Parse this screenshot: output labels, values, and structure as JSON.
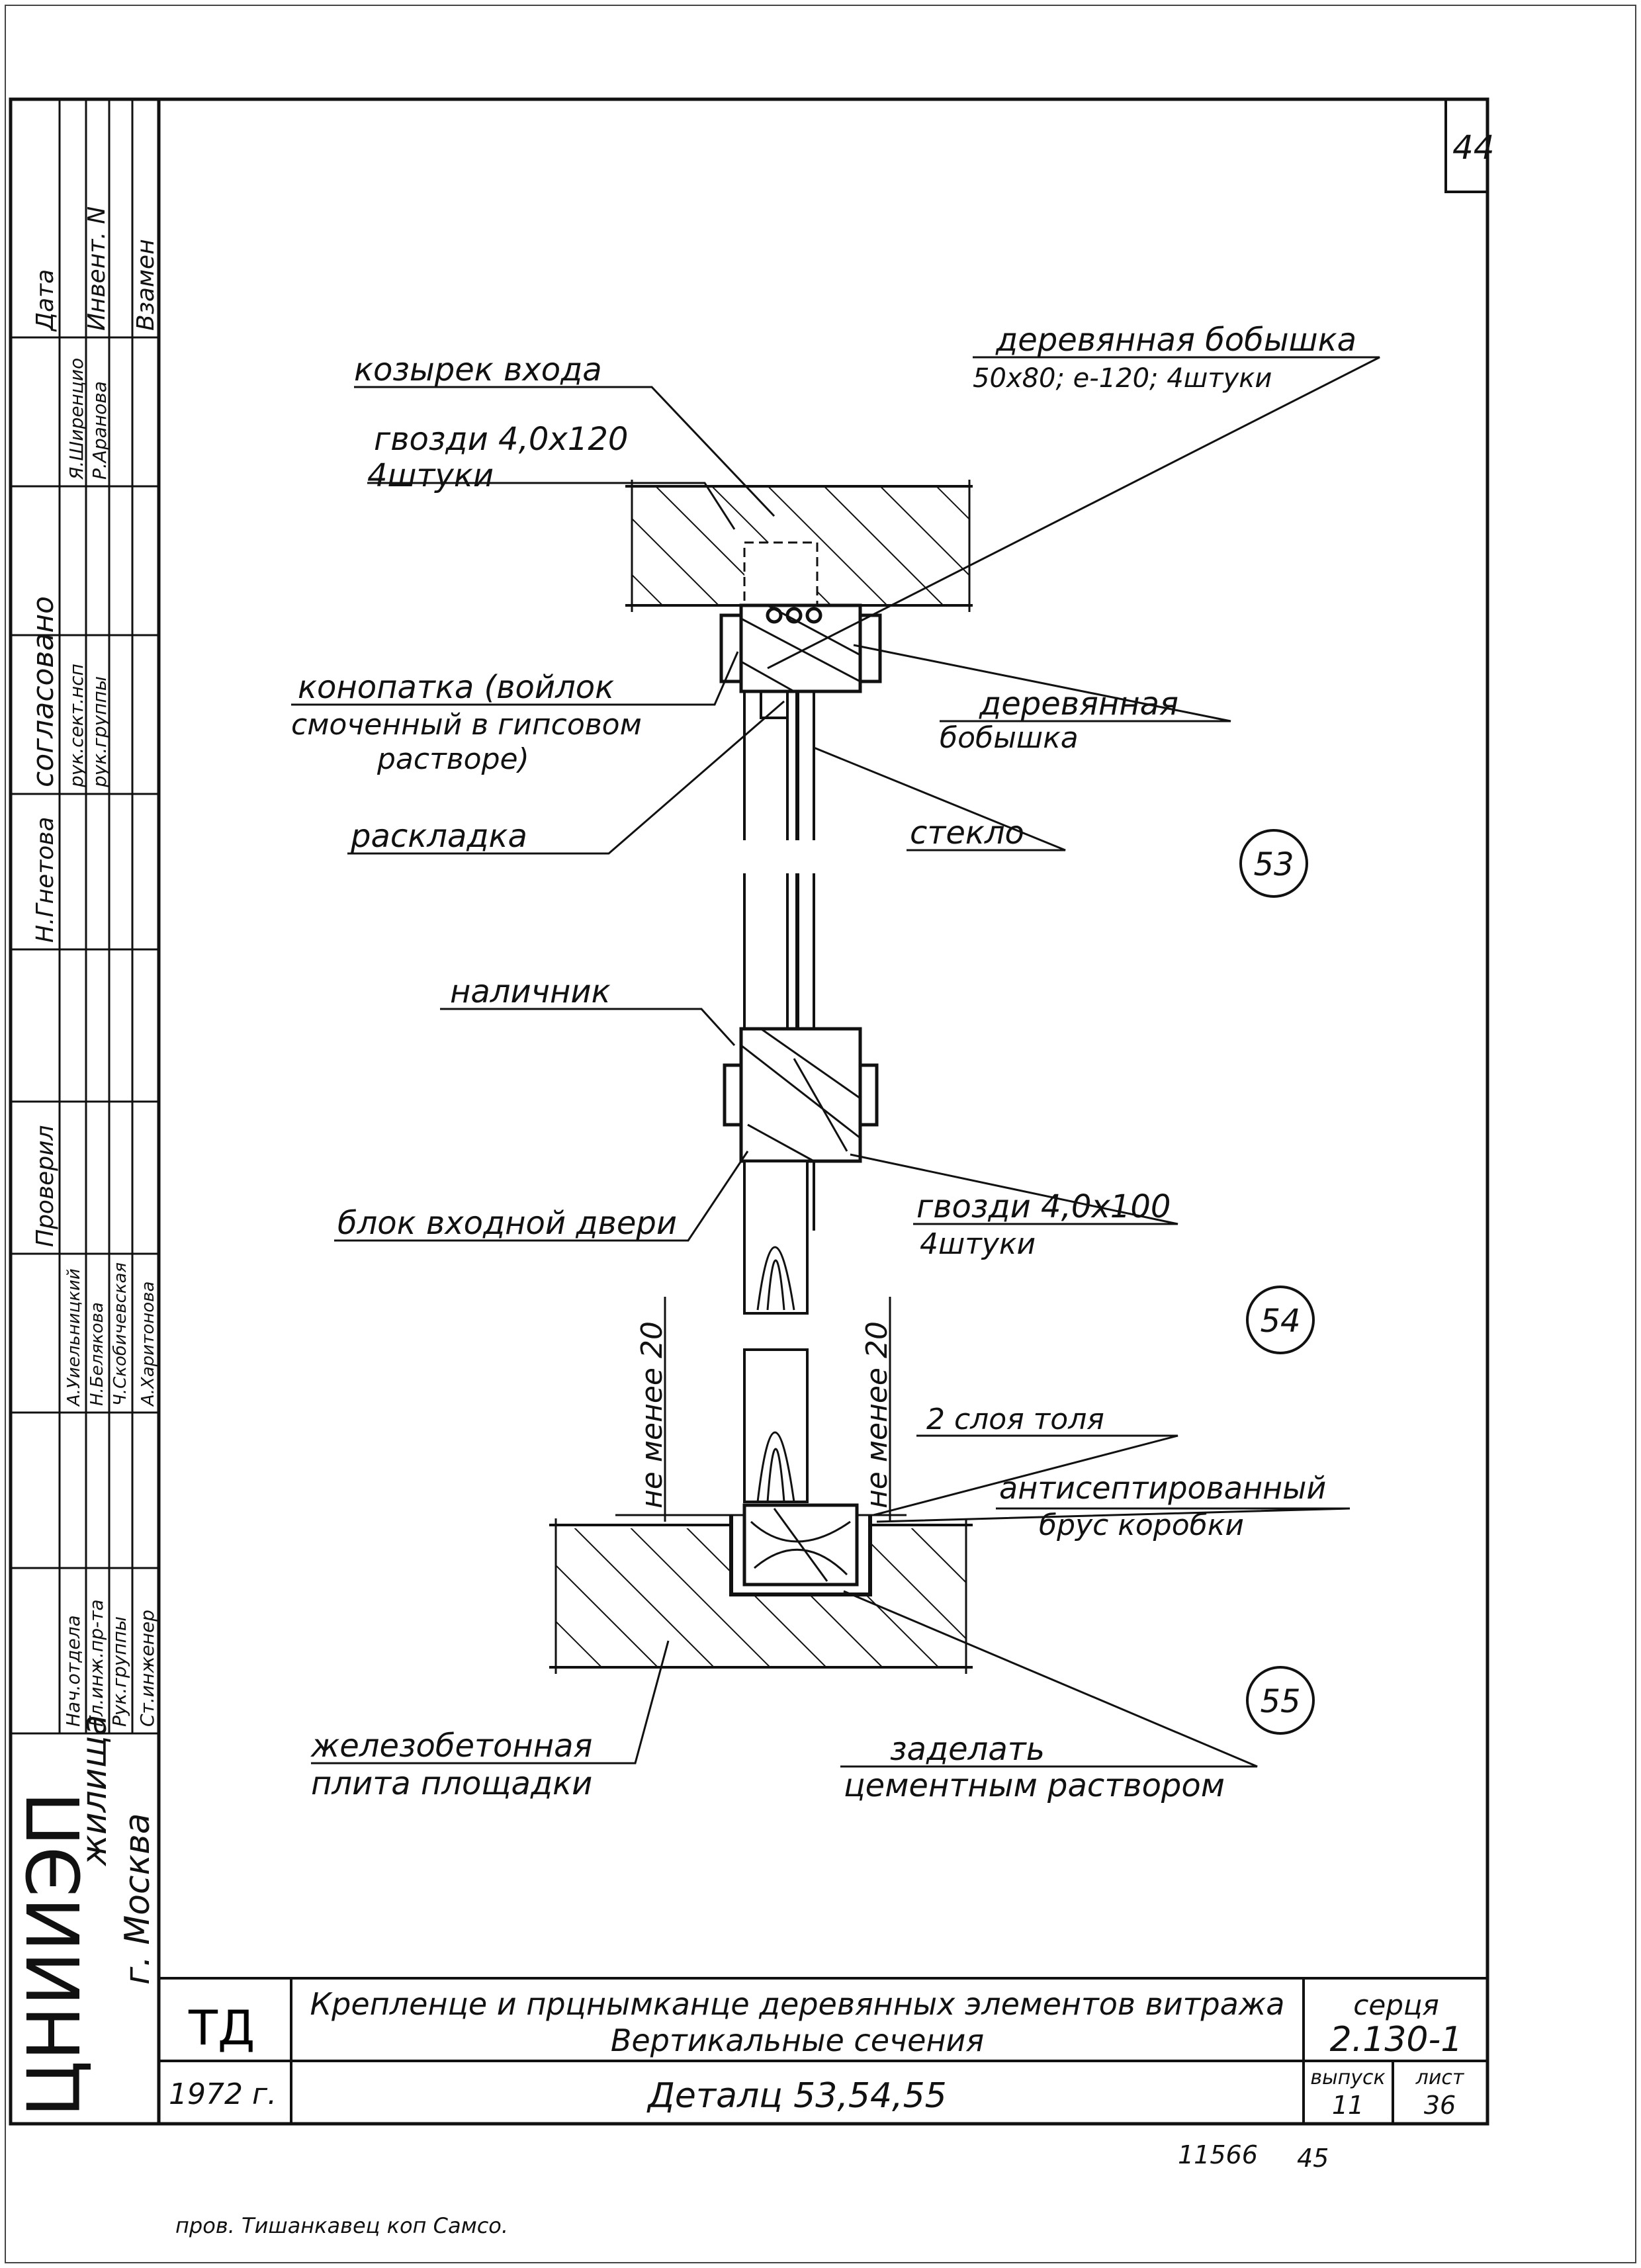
{
  "sheet": {
    "page_number": "44",
    "bottom_page_number": "45",
    "archive_number": "11566",
    "footer_note": "пров. Тишанкавец коп Самсо."
  },
  "side_stamp": {
    "org_big": "ЦНИИЭП",
    "org_small": "жилища",
    "city": "г. Москва",
    "header_labels": [
      "Дата",
      "Инвент. N",
      "Взамен"
    ],
    "agreed_label": "согласовано",
    "agreed_roles": [
      "рук.сект.нсп",
      "рук.группы"
    ],
    "agreed_names": [
      "Я.Ширенцио",
      "Р.Аранова"
    ],
    "gnetova": "Н.Гнетова",
    "checked_label": "Проверил",
    "roles": [
      "Нач.отдела",
      "Гл.инж.пр-та",
      "Рук.группы",
      "Ст.инженер"
    ],
    "names": [
      "А.Уиельницкий",
      "Н.Белякова",
      "Ч.Скобичевская",
      "А.Харитонова"
    ]
  },
  "title_block": {
    "td": "ТД",
    "title_line1": "Крепленце и прцнымканце деревянных элементов витража",
    "title_line2": "Вертикальные сечения",
    "seria_label": "серця",
    "seria_value": "2.130-1",
    "year": "1972 г.",
    "details": "Деталц 53,54,55",
    "vypusk_label": "выпуск",
    "vypusk_value": "11",
    "list_label": "лист",
    "list_value": "36"
  },
  "labels": {
    "kozyrek": "козырек входа",
    "gvozdi1_line1": "гвозди 4,0х120",
    "gvozdi1_line2": "4штуки",
    "babyshka1_line1": "деревянная бобышка",
    "babyshka1_line2": "50х80; е-120; 4штуки",
    "konopatka_line1": "конопатка (войлок",
    "konopatka_line2": "смоченный в гипсовом",
    "konopatka_line3": "растворе)",
    "babyshka2_line1": "деревянная",
    "babyshka2_line2": "бобышка",
    "raskladka": "раскладка",
    "steklo": "стекло",
    "nalichnik": "наличник",
    "blok": "блок входной двери",
    "gvozdi2_line1": "гвозди 4,0х100",
    "gvozdi2_line2": "4штуки",
    "ne_menee_left": "не менее 20",
    "ne_menee_right": "не менее 20",
    "tol": "2 слоя толя",
    "antisept_line1": "антисептированный",
    "antisept_line2": "брус коробки",
    "plita_line1": "железобетонная",
    "plita_line2": "плита площадки",
    "zadelat_line1": "заделать",
    "zadelat_line2": "цементным раствором"
  },
  "callouts": [
    "53",
    "54",
    "55"
  ]
}
